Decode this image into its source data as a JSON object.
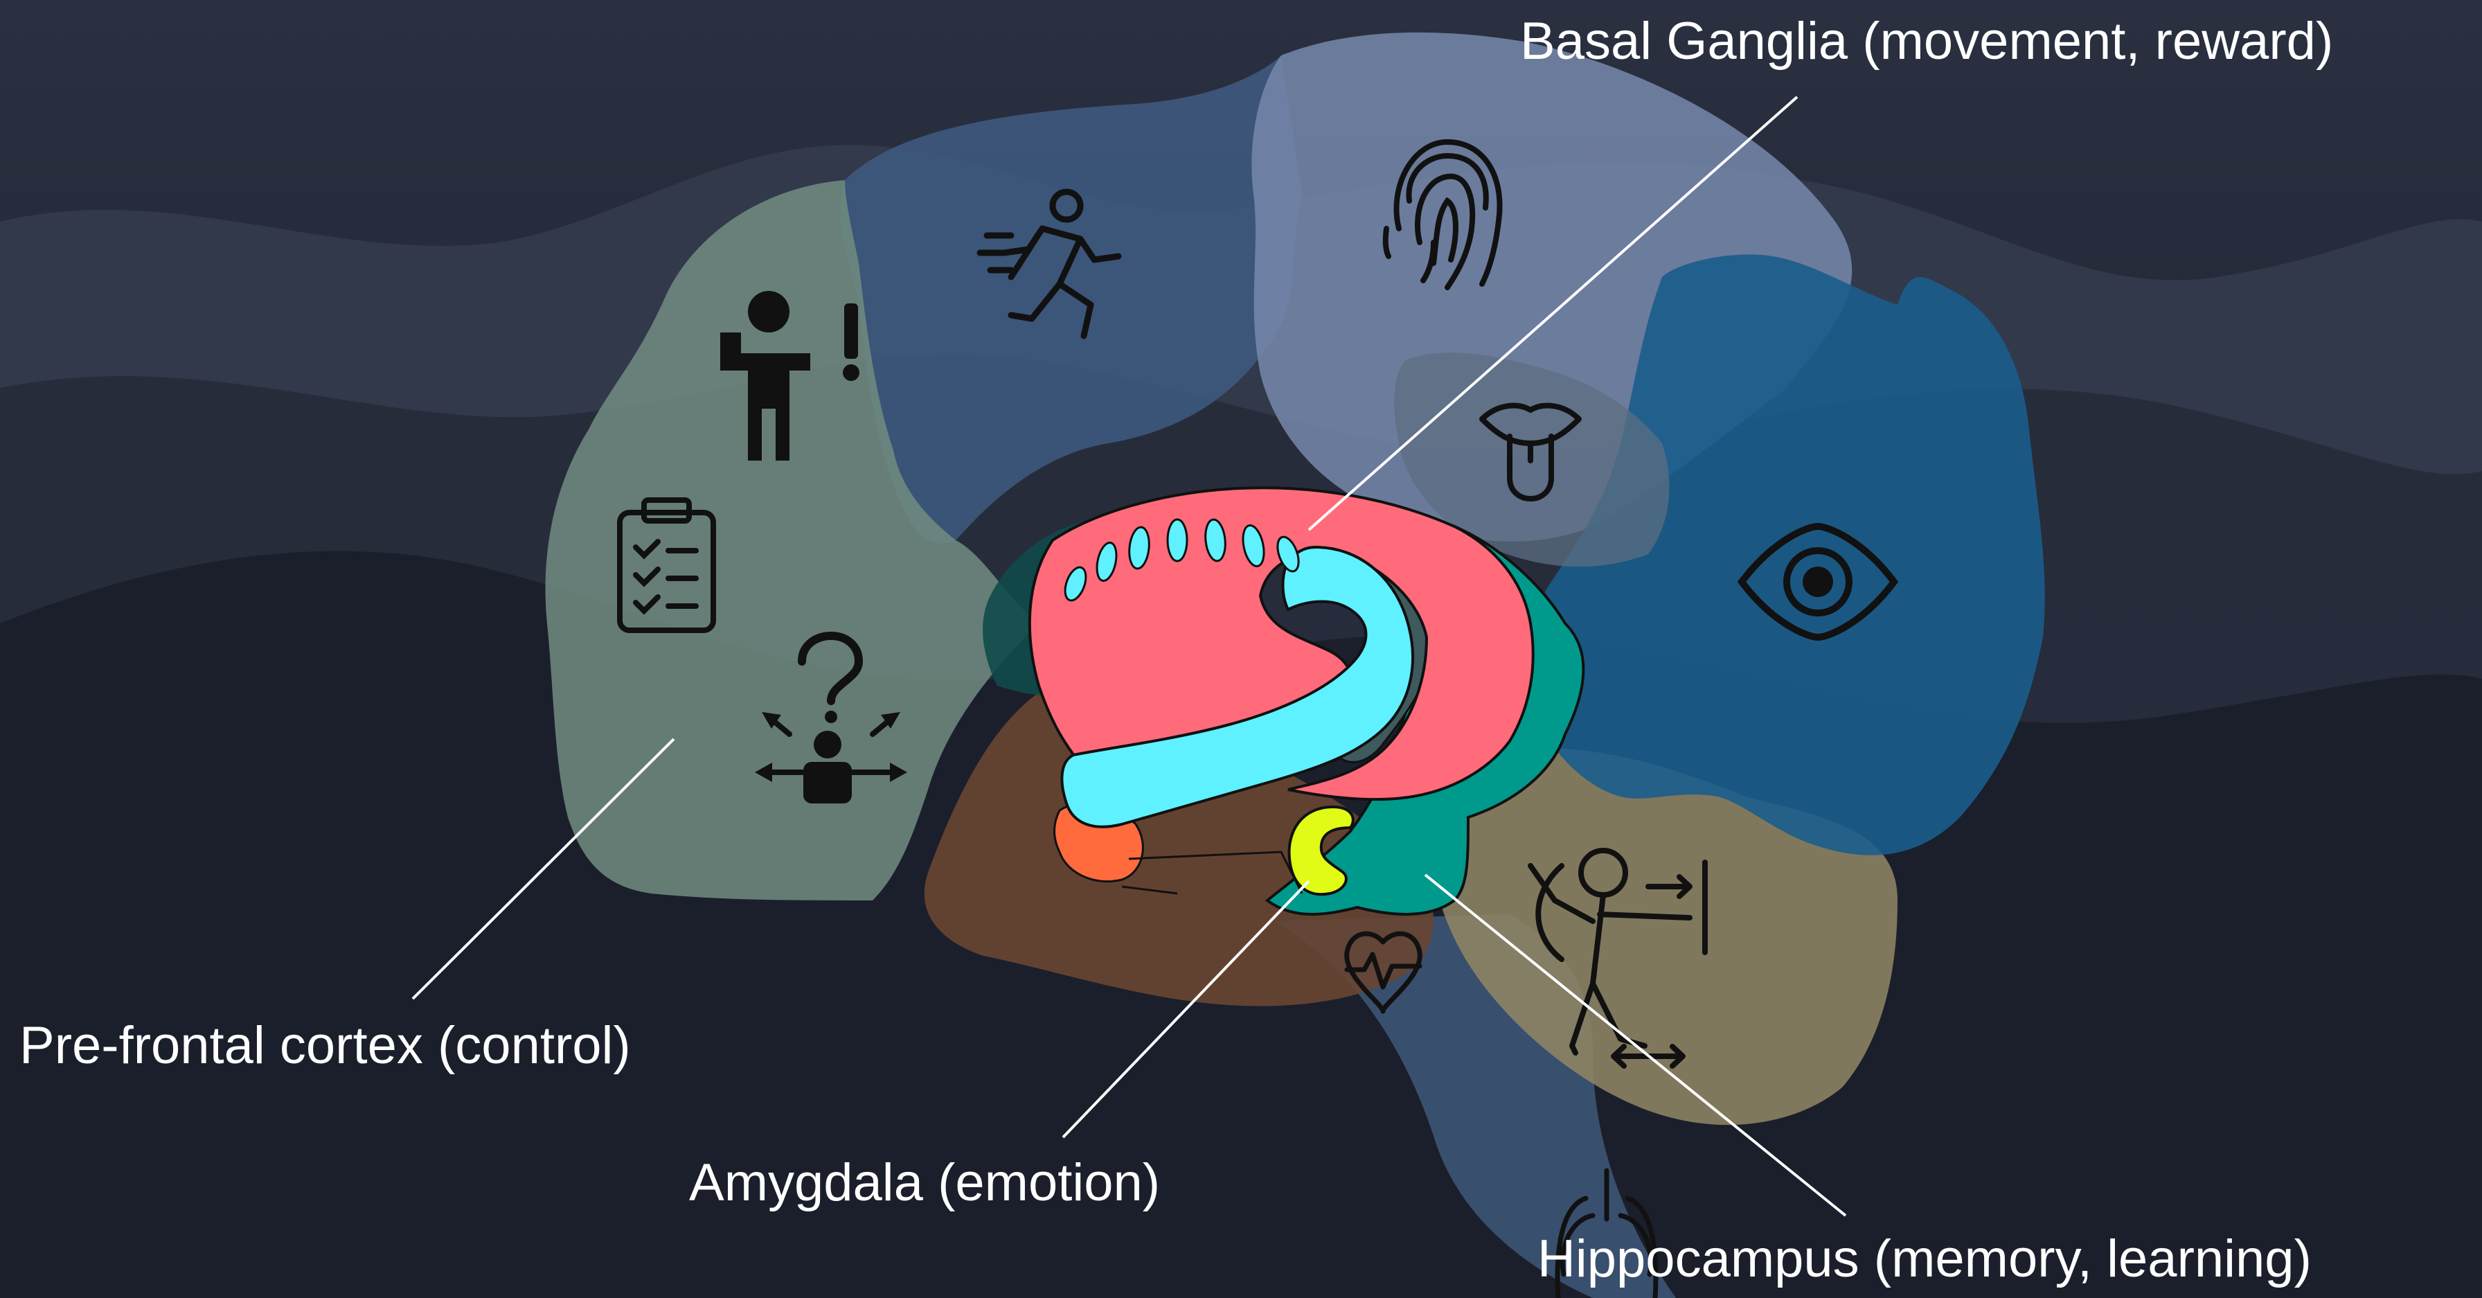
{
  "labels": {
    "basal_ganglia": "Basal Ganglia (movement, reward)",
    "prefrontal_cortex": "Pre-frontal cortex (control)",
    "amygdala": "Amygdala (emotion)",
    "hippocampus": "Hippocampus (memory, learning)"
  },
  "icons": [
    "person-alert-icon",
    "checklist-icon",
    "decision-icon",
    "running-person-icon",
    "fingerprint-icon",
    "tongue-icon",
    "eye-icon",
    "heart-rate-icon",
    "stretching-person-icon",
    "lungs-icon"
  ],
  "colors": {
    "background": "#1a1e2a",
    "prefrontal": "#6f8a80",
    "motor": "#3d5a80",
    "sensory": "#7788ac",
    "occipital": "#1a5d8c",
    "temporal": "#8e8564",
    "brainstem": "#3d5476",
    "basal_ganglia": "#ff6b7a",
    "caudate": "#5ff1ff",
    "amygdala": "#dffb16",
    "hippocampus": "#009a8c",
    "limbic_brown": "#674532",
    "orange_structure": "#ff6b3d",
    "label_text": "#ffffff"
  }
}
